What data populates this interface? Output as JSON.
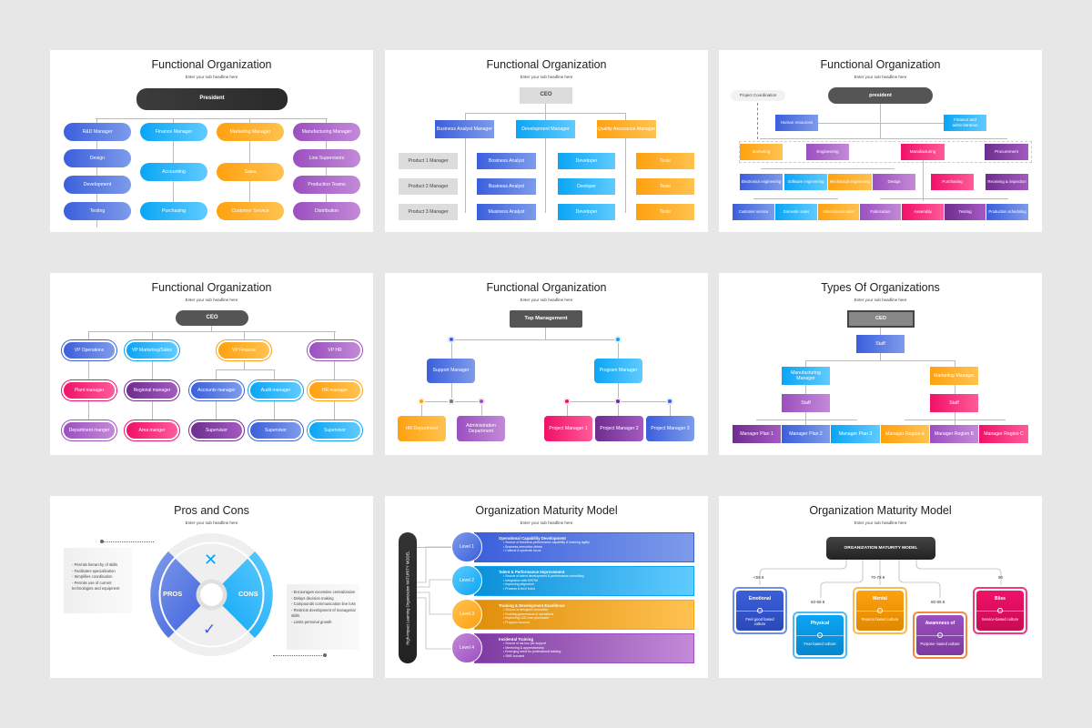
{
  "common": {
    "subheadline": "Enter your sub headline here"
  },
  "slides": [
    {
      "title": "Functional Organization",
      "top": "President",
      "columns": [
        {
          "head": "R&D Manager",
          "items": [
            "Design",
            "Development",
            "Testing"
          ]
        },
        {
          "head": "Finance Manager",
          "items": [
            "Accounting",
            "Purchasing"
          ]
        },
        {
          "head": "Marketing Manager",
          "items": [
            "Sales",
            "Customer Service"
          ]
        },
        {
          "head": "Manufacturing Manager",
          "items": [
            "Line Supervisors",
            "Production Teams",
            "Distribution"
          ]
        }
      ]
    },
    {
      "title": "Functional Organization",
      "top": "CEO",
      "managers": [
        "Business Analyst Manager",
        "Development Manager",
        "Quality Assurance Manager"
      ],
      "products": [
        "Product 1 Manager",
        "Product 2 Manager",
        "Product 3 Manager"
      ],
      "analysts": [
        "Bosiness Analyst",
        "Business Analyst",
        "Musiness Analyst"
      ],
      "developers": [
        "Developer",
        "Devloper",
        "Developer"
      ],
      "testers": [
        "Teste",
        "Teste",
        "Teste"
      ]
    },
    {
      "title": "Functional Organization",
      "top": "president",
      "coordination": "Project Coordination",
      "side_left": "Human resources",
      "side_right": "Finance and administration",
      "departments": [
        "Marketing",
        "Engineering",
        "Manufacturing",
        "Procurement"
      ],
      "row2": [
        "Electronics engineering",
        "Software engineering",
        "Mechanical engineering",
        "Design",
        "Purchasing",
        "Receiving & inspection"
      ],
      "row3": [
        "Customer service",
        "Domestic sales",
        "International sales",
        "Fabrication",
        "Assembly",
        "Testing",
        "Production scheduling"
      ]
    },
    {
      "title": "Functional Organization",
      "top": "CEO",
      "vps": [
        "VP Operations",
        "VP Marketing/Sales",
        "VP Finance",
        "VP HR"
      ],
      "row2": [
        "Plant manager",
        "Regional manager",
        "Accounts manager",
        "Audit manager",
        "HR manager"
      ],
      "row3": [
        "Department manger",
        "Area manger",
        "Supervisor",
        "Supervisor",
        "Supervisor"
      ]
    },
    {
      "title": "Functional Organization",
      "top": "Top Management",
      "left_manager": "Support Manager",
      "right_manager": "Program Manager",
      "left_children": [
        "HR Department",
        "Administration Department"
      ],
      "right_children": [
        "Project Manager 1",
        "Project Manager 2",
        "Project Manager 3"
      ]
    },
    {
      "title": "Types Of Organizations",
      "top": "CEO",
      "staff": "Staff",
      "left_manager": "Manufacturing Manager",
      "right_manager": "Marketing Manager",
      "left_staff": "Staff",
      "right_staff": "Staff",
      "bottom": [
        "Manager Plan 1",
        "Manager Plan 2",
        "Manager Plan 3",
        "Manager Region A",
        "Manager Region B",
        "Manager Region C"
      ]
    },
    {
      "title": "Pros and Cons",
      "pros_label": "PROS",
      "cons_label": "CONS",
      "pros": [
        "Permits hierarchy of skills",
        "Facilitates specialization",
        "Simplifies coordination",
        "Permits use of current technologies and equipment"
      ],
      "cons": [
        "Encourages excessive centralization",
        "Delays decision making",
        "Compounds communication line loss",
        "Restricts development of managerial skills",
        "Limits personal growth"
      ]
    },
    {
      "title": "Organization Maturity Model",
      "vertical_label": "High-Impact Learning Organization MATURITY MODEL",
      "levels": [
        {
          "label": "Level 1",
          "title": "Operational Capability Development",
          "points": [
            "Source of business performance capability & learning agility",
            "Business-executive-driven",
            "Cultural & systemic focus"
          ]
        },
        {
          "label": "Level 2",
          "title": "Talent & Performance Improvement",
          "points": [
            "Source of talent development & performance consulting",
            "Integration with HR/TM",
            "Improving alignment",
            "Process & tech focus"
          ]
        },
        {
          "label": "Level 3",
          "title": "Training & Development Excellence",
          "points": [
            "Source of designed instruction",
            "Evolving governance & operations",
            "Improving L&D core processes",
            "Program focused"
          ]
        },
        {
          "label": "Level 4",
          "title": "Incidental Training",
          "points": [
            "Source of ad-hoc job support",
            "Mentoring & apprenticeship",
            "Emerging need for professional training",
            "SME-focused"
          ]
        }
      ]
    },
    {
      "title": "Organization Maturity Model",
      "top": "ORGANIZATION MATURITY MODEL",
      "cards": [
        {
          "range": "<59.9",
          "title": "Emotional",
          "desc": "Feel good based culture"
        },
        {
          "range": "60-69.9",
          "title": "Physical",
          "desc": "Fear-based culture"
        },
        {
          "range": "70-79.9",
          "title": "Mental",
          "desc": "Reason based culture"
        },
        {
          "range": "80-89.9",
          "title": "Awareness of",
          "desc": "Purpose- based culture"
        },
        {
          "range": "90",
          "title": "Bliss",
          "desc": "Service-based culture"
        }
      ]
    }
  ]
}
